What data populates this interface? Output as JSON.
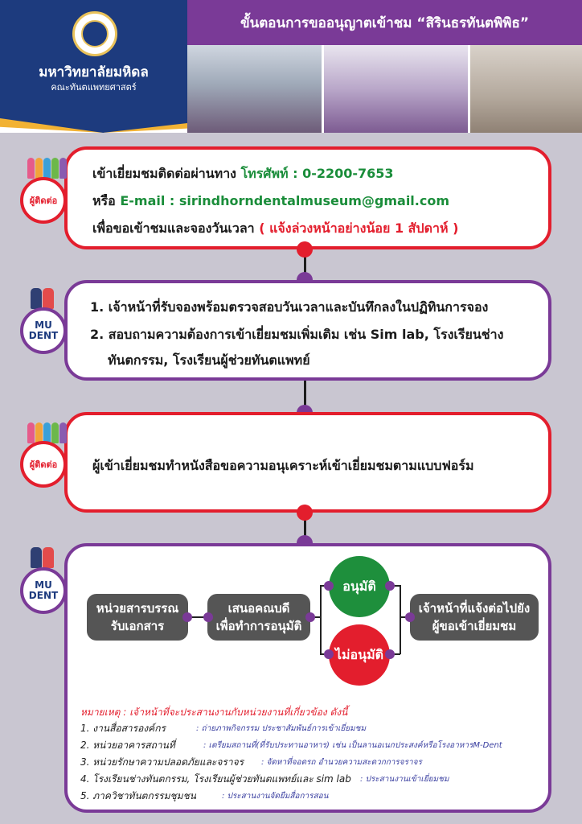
{
  "header": {
    "university": "มหาวิทยาลัยมหิดล",
    "faculty": "คณะทันตแพทยศาสตร์",
    "title": "ขั้นตอนการขออนุญาตเข้าชม “สิรินธรทันตพิพิธ”"
  },
  "step1": {
    "badge": "ผู้ติดต่อ",
    "line1_prefix": "เข้าเยี่ยมชมติดต่อผ่านทาง",
    "line1_phone": "โทรศัพท์ : 0-2200-7653",
    "line2_prefix": "หรือ",
    "line2_email": "E-mail : sirindhorndentalmuseum@gmail.com",
    "line3_prefix": "เพื่อขอเข้าชมและจองวันเวลา",
    "line3_note": "( แจ้งล่วงหน้าอย่างน้อย 1 สัปดาห์ )"
  },
  "step2": {
    "badge_top": "MU",
    "badge_bottom": "DENT",
    "item1": "1. เจ้าหน้าที่รับจองพร้อมตรวจสอบวันเวลาและบันทึกลงในปฏิทินการจอง",
    "item2a": "2. สอบถามความต้องการเข้าเยี่ยมชมเพิ่มเติม เช่น Sim lab, โรงเรียนช่าง",
    "item2b": "ทันตกรรม, โรงเรียนผู้ช่วยทันตแพทย์"
  },
  "step3": {
    "badge": "ผู้ติดต่อ",
    "text": "ผู้เข้าเยี่ยมชมทำหนังสือขอความอนุเคราะห์เข้าเยี่ยมชมตามแบบฟอร์ม"
  },
  "step4": {
    "badge_top": "MU",
    "badge_bottom": "DENT",
    "box1_line1": "หน่วยสารบรรณ",
    "box1_line2": "รับเอกสาร",
    "box2_line1": "เสนอคณบดี",
    "box2_line2": "เพื่อทำการอนุมัติ",
    "approve": "อนุมัติ",
    "reject": "ไม่อนุมัติ",
    "box3_line1": "เจ้าหน้าที่แจ้งต่อไปยัง",
    "box3_line2": "ผู้ขอเข้าเยี่ยมชม"
  },
  "notes": {
    "heading": "หมายเหตุ : เจ้าหน้าที่จะประสานงานกับหน่วยงานที่เกี่ยวข้อง ดังนี้",
    "items": [
      {
        "label": "1. งานสื่อสารองค์กร",
        "desc": ": ถ่ายภาพกิจกรรม ประชาสัมพันธ์การเข้าเยี่ยมชม"
      },
      {
        "label": "2. หน่วยอาคารสถานที่",
        "desc": ": เตรียมสถานที่(ที่รับประทานอาหาร) เช่น เป็นลานอเนกประสงค์หรือโรงอาหารM-Dent"
      },
      {
        "label": "3. หน่วยรักษาความปลอดภัยและจราจร",
        "desc": ": จัดหาที่จอดรถ อำนวยความสะดวกการจราจร"
      },
      {
        "label": "4. โรงเรียนช่างทันตกรรม, โรงเรียนผู้ช่วยทันตแพทย์และ sim lab",
        "desc": ": ประสานงานเข้าเยี่ยมชม"
      },
      {
        "label": "5. ภาควิชาทันตกรรมชุมชน",
        "desc": ": ประสานงานจัดยืมสื่อการสอน"
      }
    ]
  },
  "colors": {
    "navy": "#1d3b7e",
    "purple": "#7a3a97",
    "red": "#e31e2d",
    "green": "#1e8f3c",
    "gold": "#f2b233",
    "background": "#c9c6d1"
  }
}
